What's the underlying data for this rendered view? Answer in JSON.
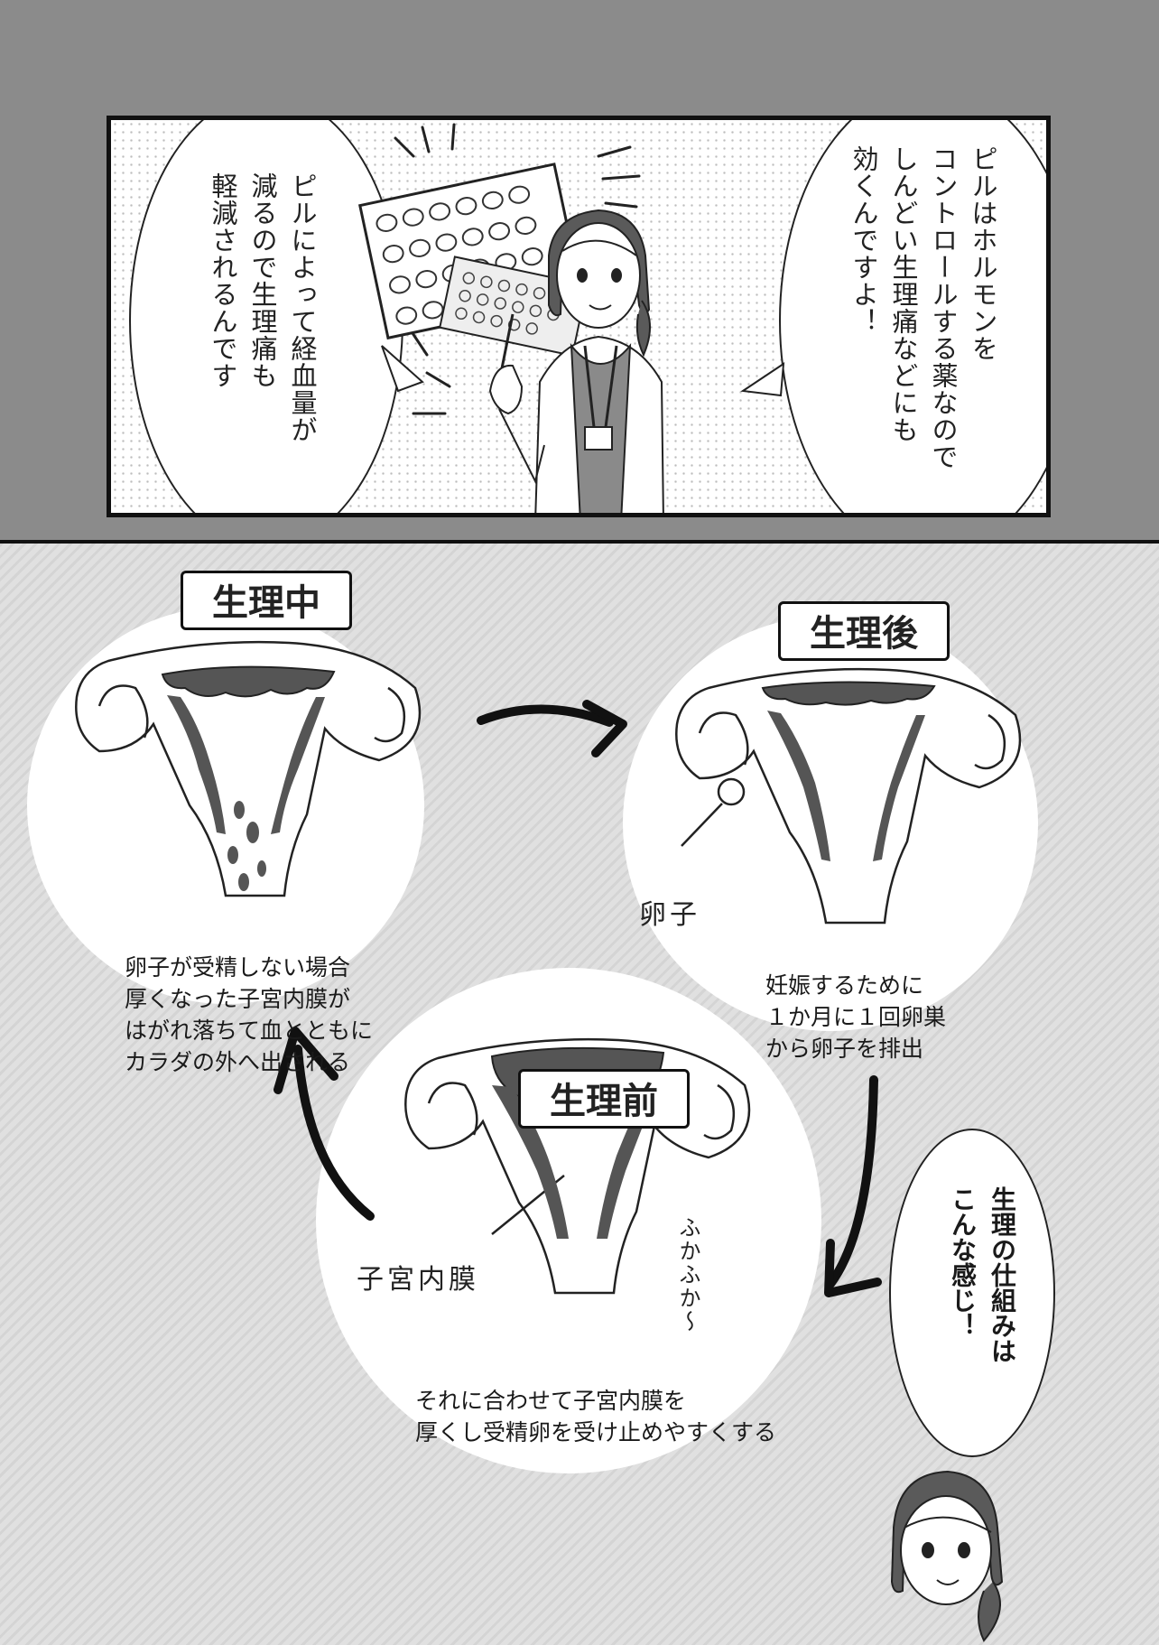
{
  "panel": {
    "left_bubble_text": "ピルによって経血量が\n減るので生理痛も\n軽減されるんです",
    "right_bubble_text": "ピルはホルモンを\nコントロールする薬なので\nしんどい生理痛などにも\n効くんですよ！"
  },
  "cycle": {
    "during": {
      "label": "生理中",
      "caption": "卵子が受精しない場合\n厚くなった子宮内膜が\nはがれ落ちて血とともに\nカラダの外へ出される"
    },
    "after": {
      "label": "生理後",
      "caption": "妊娠するために\n１か月に１回卵巣\nから卵子を排出",
      "annotation": "卵子"
    },
    "before": {
      "label": "生理前",
      "caption": "それに合わせて子宮内膜を\n厚くし受精卵を受け止めやすくする",
      "annotation": "子宮内膜",
      "sound": "ふかふか〜"
    }
  },
  "doctor_speech": "生理の仕組みは\nこんな感じ！"
}
